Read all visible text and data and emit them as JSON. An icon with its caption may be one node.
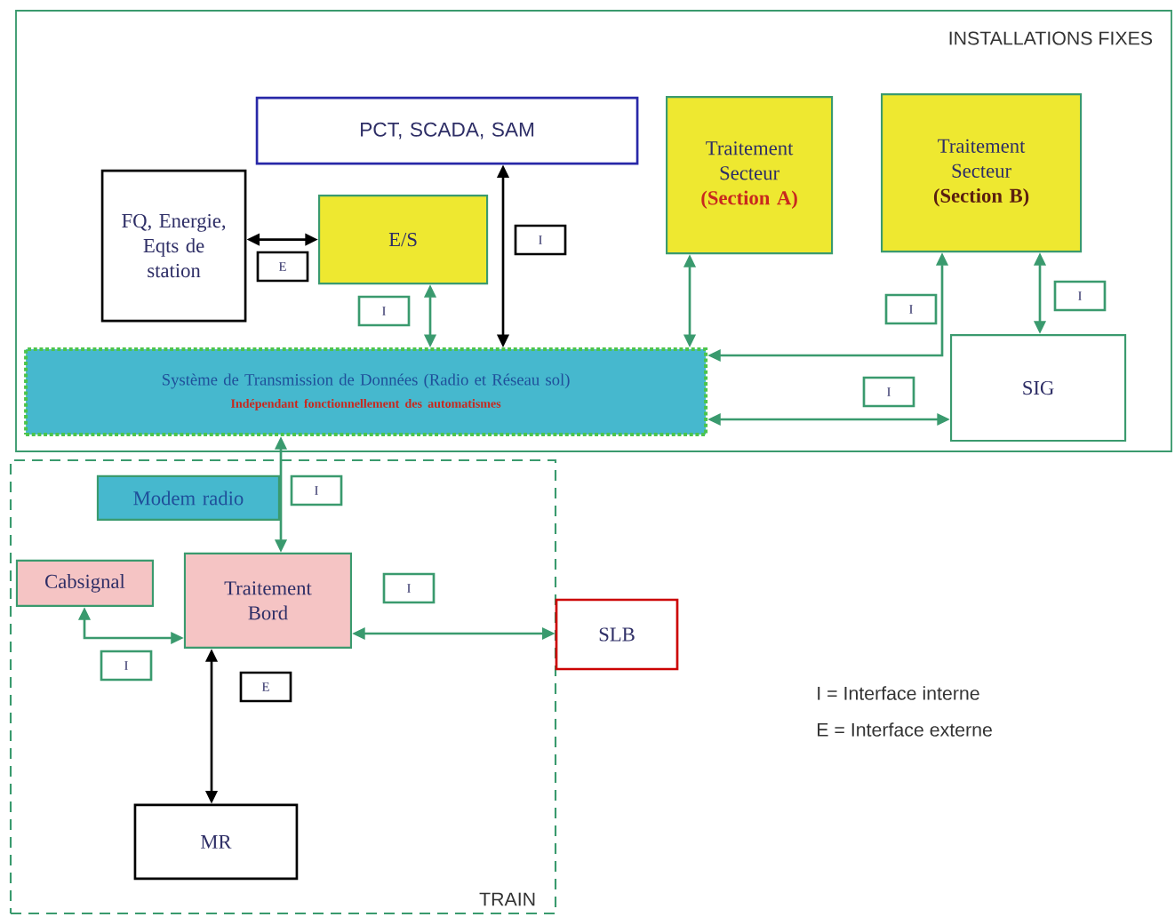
{
  "diagram": {
    "nodes": [
      {
        "text": [
          "INSTALLATIONS FIXES"
        ]
      },
      {
        "text": [
          "PCT, SCADA, SAM"
        ],
        "in": 0
      },
      {
        "text": [
          "FQ, Energie, Eqts de station"
        ],
        "in": 0
      },
      {
        "text": [
          "E/S"
        ],
        "in": 0
      },
      {
        "text": [
          "Traitement Secteur",
          "(Section A)"
        ],
        "in": 0
      },
      {
        "text": [
          "Traitement Secteur",
          "(Section B)"
        ],
        "in": 0
      },
      {
        "text": [
          "Système de Transmission de Données (Radio et Réseau sol)",
          "Indépendant fonctionnellement des automatismes"
        ],
        "in": 0
      },
      {
        "text": [
          "SIG"
        ],
        "in": 0
      },
      {
        "text": [
          "TRAIN"
        ]
      },
      {
        "text": [
          "Modem radio"
        ],
        "in": 8
      },
      {
        "text": [
          "Cabsignal"
        ],
        "in": 8
      },
      {
        "text": [
          "Traitement Bord"
        ],
        "in": 8
      },
      {
        "text": [
          "MR"
        ],
        "in": 8
      },
      {
        "text": [
          "SLB"
        ]
      }
    ],
    "edges": [
      {
        "from": 2,
        "to": 3,
        "arrow": "both",
        "label": "E",
        "color": "#000000"
      },
      {
        "from": 1,
        "to": 6,
        "arrow": "both",
        "label": "I",
        "color": "#000000"
      },
      {
        "from": 3,
        "to": 6,
        "arrow": "both",
        "label": "I"
      },
      {
        "from": 4,
        "to": 6,
        "arrow": "both"
      },
      {
        "from": 6,
        "to": 5,
        "arrow": "both",
        "label": "I"
      },
      {
        "from": 5,
        "to": 7,
        "arrow": "both",
        "label": "I"
      },
      {
        "from": 6,
        "to": 7,
        "arrow": "both",
        "label": "I"
      },
      {
        "from": 6,
        "to": 11,
        "arrow": "both",
        "label": "I"
      },
      {
        "from": 10,
        "to": 11,
        "arrow": "both",
        "label": "I"
      },
      {
        "from": 11,
        "to": 13,
        "arrow": "both",
        "label": "I"
      },
      {
        "from": 11,
        "to": 12,
        "arrow": "both",
        "label": "E",
        "color": "#000000"
      }
    ],
    "labels": [
      "I = Interface interne",
      "E = Interface externe"
    ]
  }
}
